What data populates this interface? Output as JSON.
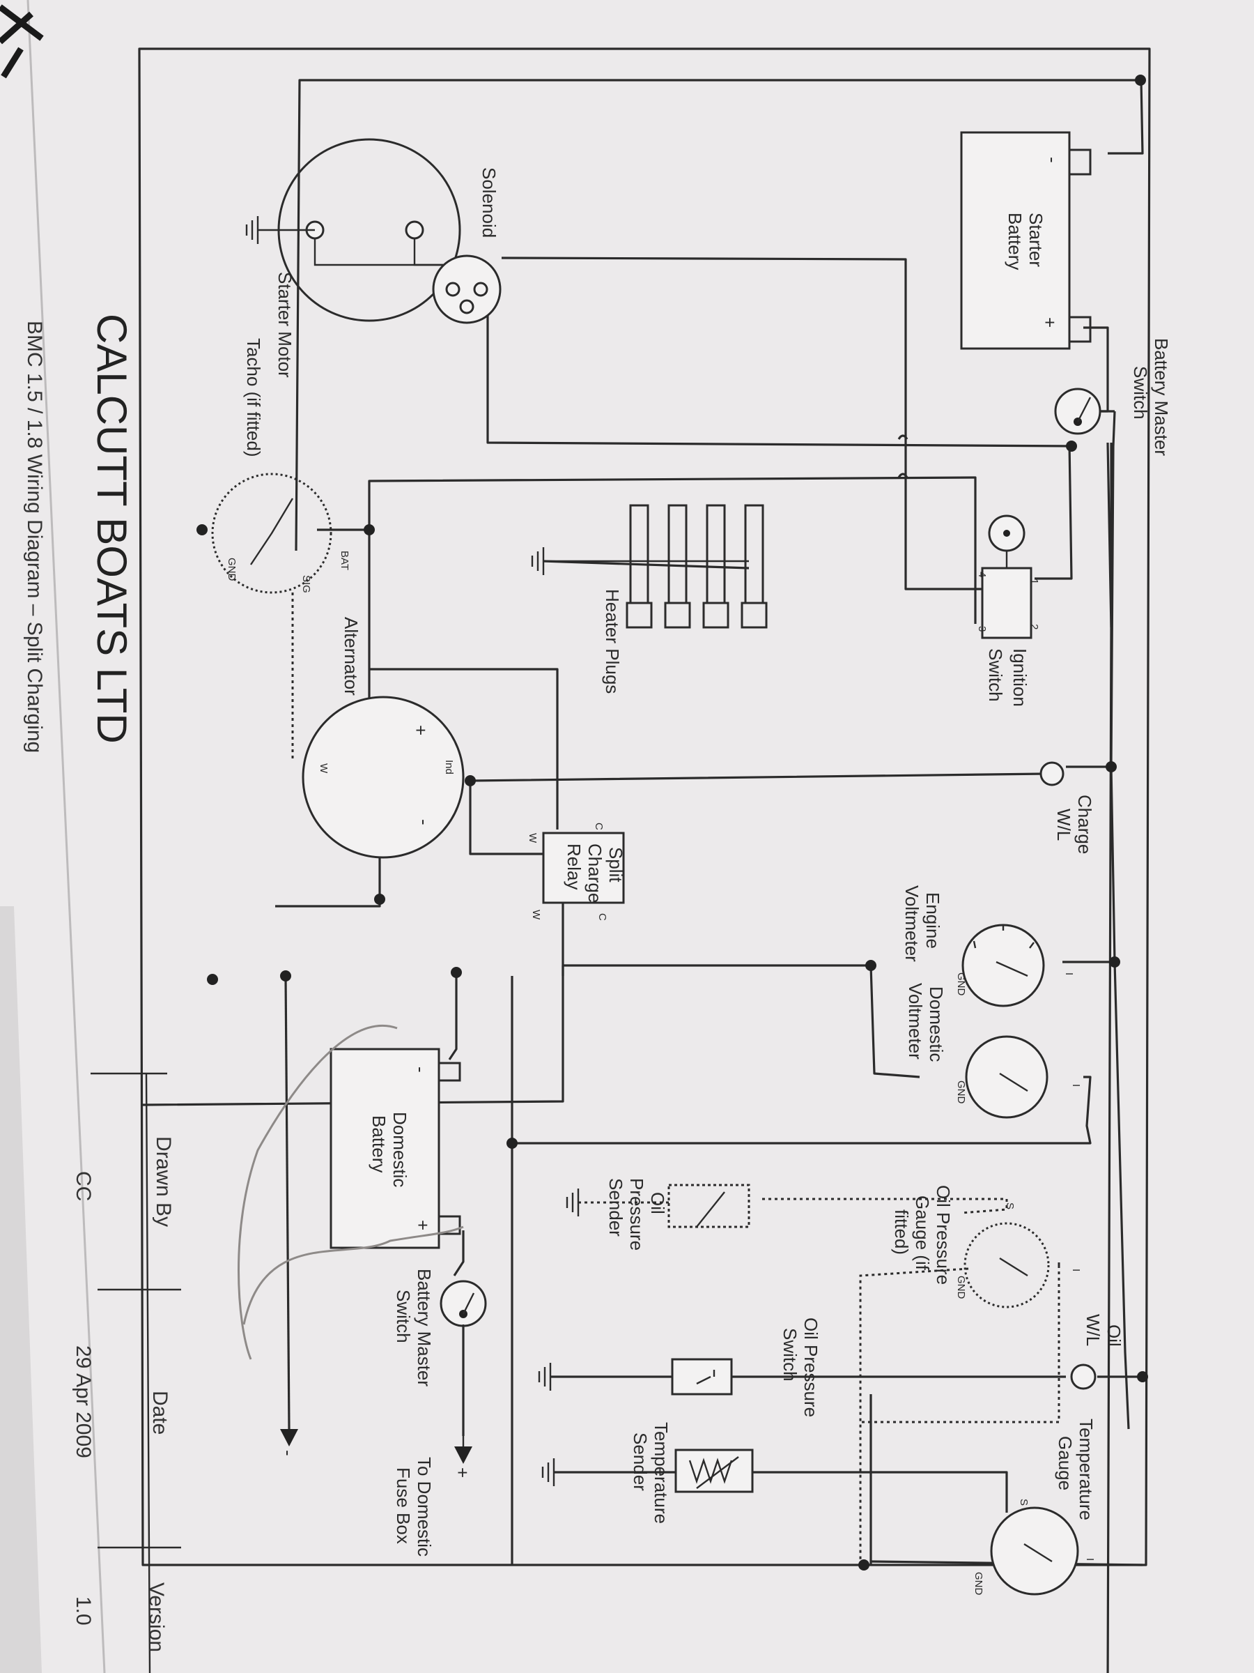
{
  "labels": {
    "starter_battery": [
      "Starter",
      "Battery"
    ],
    "battery_master_switch_top": [
      "Battery Master",
      "Switch"
    ],
    "solenoid": "Solenoid",
    "starter_motor": "Starter Motor",
    "tacho": "Tacho (if fitted)",
    "ignition_switch": [
      "Ignition",
      "Switch"
    ],
    "heater_plugs": "Heater Plugs",
    "alternator": "Alternator",
    "charge_wl": [
      "Charge",
      "W/L"
    ],
    "split_charge_relay": [
      "Split",
      "Charge",
      "Relay"
    ],
    "engine_voltmeter": [
      "Engine",
      "Voltmeter"
    ],
    "domestic_voltmeter": [
      "Domestic",
      "Voltmeter"
    ],
    "domestic_battery": [
      "Domestic",
      "Battery"
    ],
    "oil_pressure_sender": [
      "Oil",
      "Pressure",
      "Sender"
    ],
    "oil_pressure_gauge": [
      "Oil Pressure",
      "Gauge (if",
      "fitted)"
    ],
    "oil_wl": [
      "Oil",
      "W/L"
    ],
    "oil_pressure_switch": [
      "Oil Pressure",
      "Switch"
    ],
    "temperature_gauge": [
      "Temperature",
      "Gauge"
    ],
    "temperature_sender": [
      "Temperature",
      "Sender"
    ],
    "battery_master_switch_domestic": [
      "Battery Master",
      "Switch"
    ],
    "to_domestic_fuse_box": [
      "To Domestic",
      "Fuse Box"
    ]
  },
  "pins": {
    "bat": "BAT",
    "sig": "SIG",
    "gnd": "GND",
    "w": "W",
    "ind": "Ind",
    "c": "C",
    "i": "I",
    "s": "S",
    "plus": "+",
    "minus": "-",
    "ign_1": "1",
    "ign_2": "2",
    "ign_3": "3",
    "ign_4": "4"
  },
  "title_block": {
    "company": "CALCUTT BOATS LTD",
    "subtitle": "BMC 1.5 / 1.8 Wiring Diagram – Split Charging",
    "drawn_by_label": "Drawn By",
    "drawn_by": "CC",
    "date_label": "Date",
    "date": "29 Apr 2009",
    "version_label": "Version",
    "version": "1.0"
  },
  "colors": {
    "line": "#2b2b2b",
    "paper": "#eceaeb"
  }
}
